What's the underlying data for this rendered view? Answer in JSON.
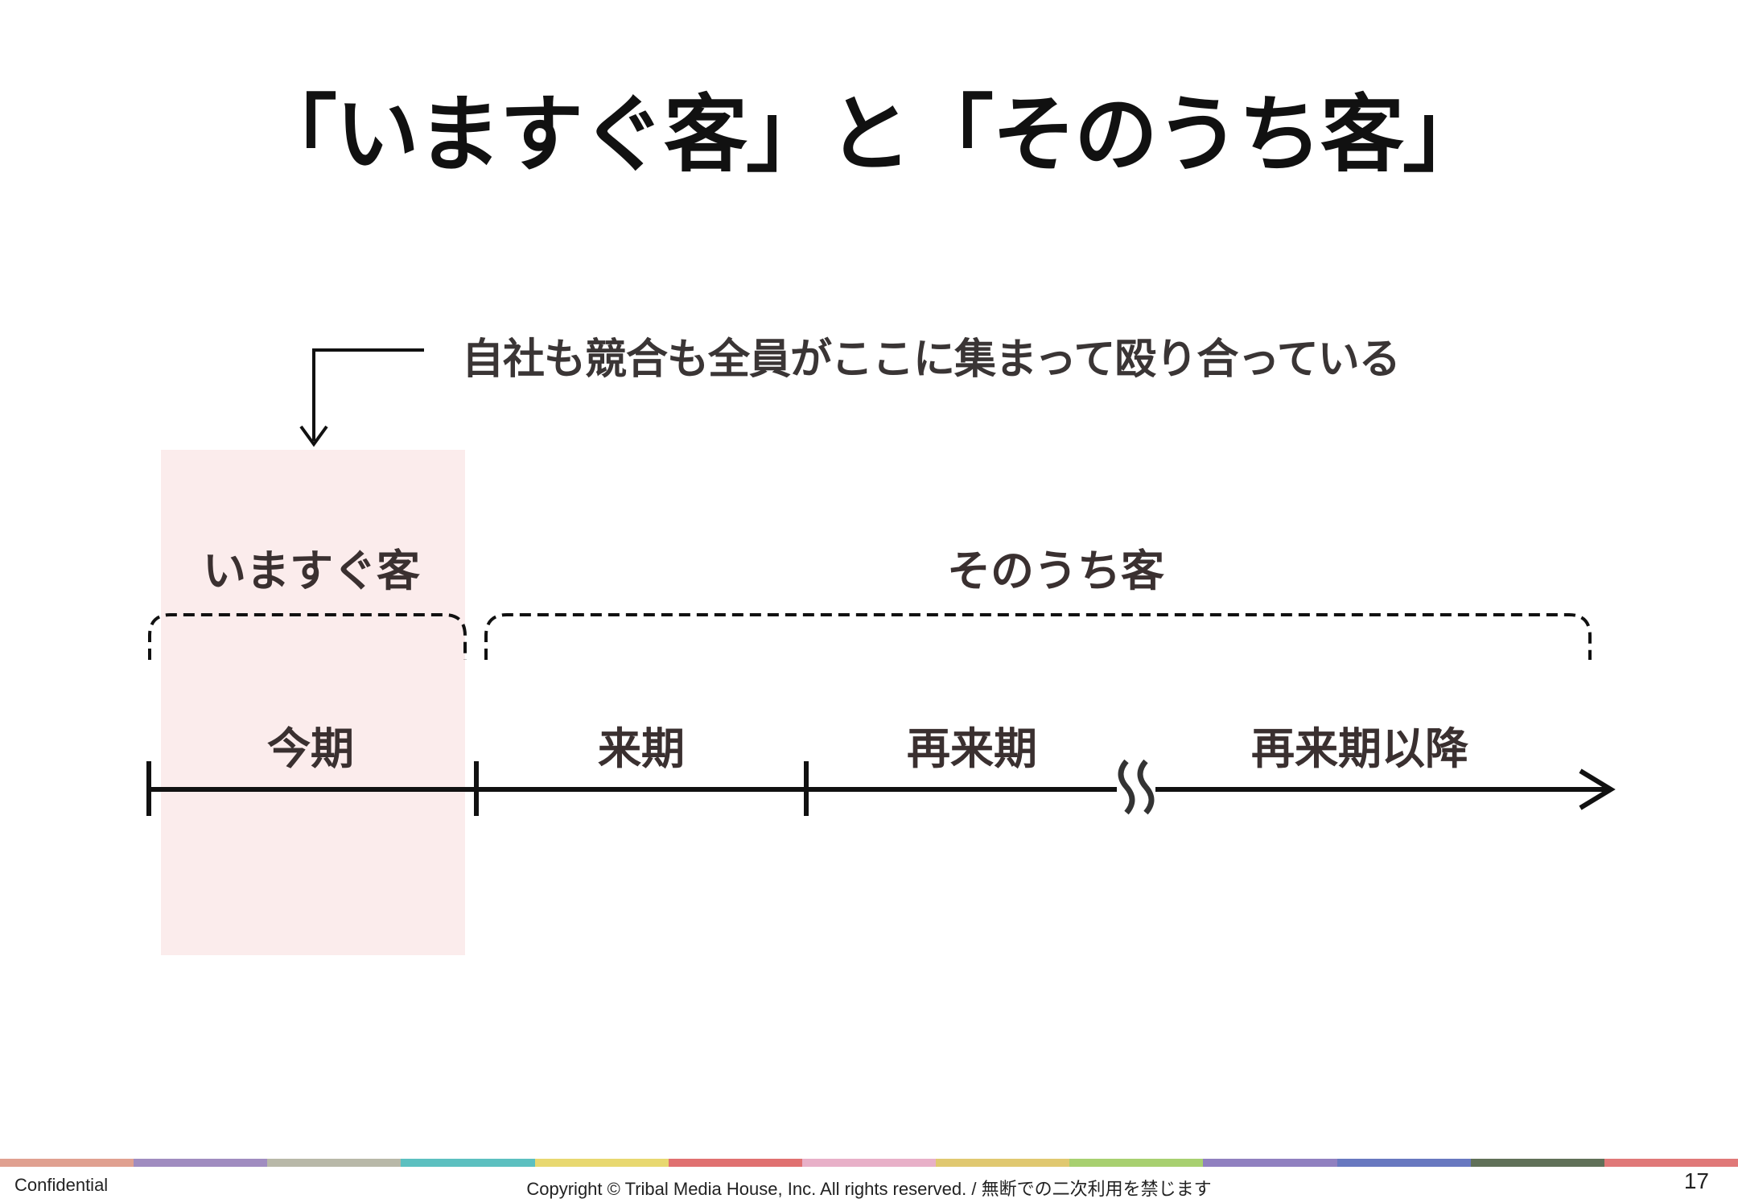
{
  "slide": {
    "title": "「いますぐ客」と「そのうち客」",
    "callout": "自社も競合も全員がここに集まって殴り合っている",
    "groups": {
      "now": "いますぐ客",
      "later": "そのうち客"
    },
    "periods": [
      "今期",
      "来期",
      "再来期",
      "再来期以降"
    ]
  },
  "colors": {
    "highlight": "#fbecec",
    "line": "#111111",
    "footer_stripes": [
      "#e0a090",
      "#a08cc0",
      "#b8b8a8",
      "#5cc0c0",
      "#e8d870",
      "#e07070",
      "#e8b0c8",
      "#e0c870",
      "#a8d070",
      "#9080c0",
      "#6878c0",
      "#607058",
      "#e07878"
    ]
  },
  "footer": {
    "left": "Confidential",
    "center": "Copyright © Tribal Media House, Inc. All rights reserved. / 無断での二次利用を禁じます",
    "page": "17"
  }
}
